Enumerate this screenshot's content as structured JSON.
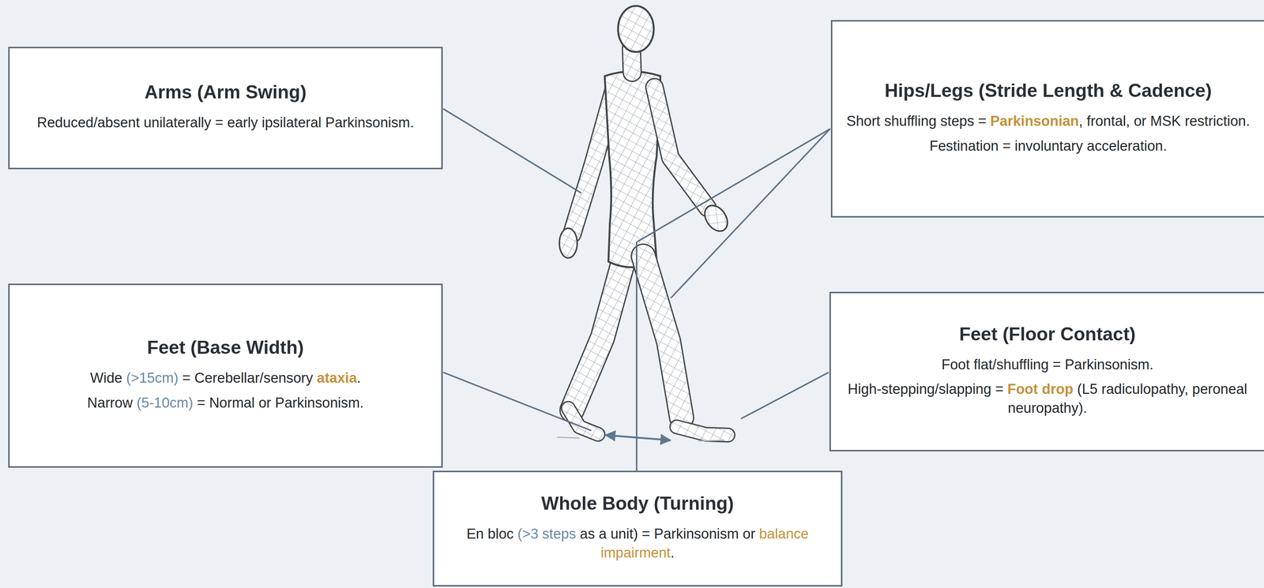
{
  "diagram": {
    "nodes": [
      {
        "text": [
          "Arms (Arm Swing)",
          "Reduced/absent unilaterally = early ipsilateral Parkinsonism."
        ]
      },
      {
        "text": [
          "Hips/Legs (Stride Length & Cadence)",
          "Short shuffling steps = Parkinsonian, frontal, or MSK restriction.",
          "Festination = involuntary acceleration."
        ]
      },
      {
        "text": [
          "Feet (Base Width)",
          "Wide (>15cm) = Cerebellar/sensory ataxia.",
          "Narrow (5-10cm) = Normal or Parkinsonism."
        ]
      },
      {
        "text": [
          "Feet (Floor Contact)",
          "Foot flat/shuffling = Parkinsonism.",
          "High-stepping/slapping = Foot drop (L5 radiculopathy, peroneal neuropathy)."
        ]
      },
      {
        "text": [
          "Whole Body (Turning)",
          "En bloc (>3 steps as a unit) = Parkinsonism or balance impairment."
        ]
      }
    ]
  }
}
